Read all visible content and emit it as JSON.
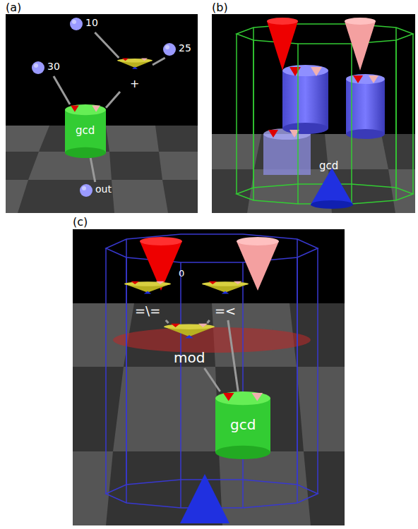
{
  "diagram": {
    "nodes": [
      {
        "text": [
          "10"
        ]
      },
      {
        "text": [
          "25"
        ]
      },
      {
        "text": [
          "30"
        ]
      },
      {
        "text": [
          "+"
        ]
      },
      {
        "text": [
          "gcd"
        ]
      },
      {
        "text": [
          "out"
        ]
      },
      {
        "text": [
          "=\\="
        ]
      },
      {
        "text": [
          "=<"
        ]
      },
      {
        "text": [
          "mod"
        ]
      },
      {
        "text": [
          "gcd"
        ]
      }
    ],
    "edges": [
      {
        "from": 0,
        "to": 3,
        "arrow": "none"
      },
      {
        "from": 1,
        "to": 3,
        "arrow": "none"
      },
      {
        "from": 3,
        "to": 4,
        "arrow": "none"
      },
      {
        "from": 2,
        "to": 4,
        "arrow": "none"
      },
      {
        "from": 4,
        "to": 5,
        "arrow": "none"
      },
      {
        "from": 6,
        "to": 8,
        "arrow": "none"
      },
      {
        "from": 7,
        "to": 8,
        "arrow": "none"
      },
      {
        "from": 7,
        "to": 9,
        "arrow": "none"
      },
      {
        "from": 8,
        "to": 9,
        "arrow": "none"
      }
    ],
    "labels": [
      "(a)",
      "(b)",
      "(c)",
      "gcd",
      "0"
    ]
  }
}
